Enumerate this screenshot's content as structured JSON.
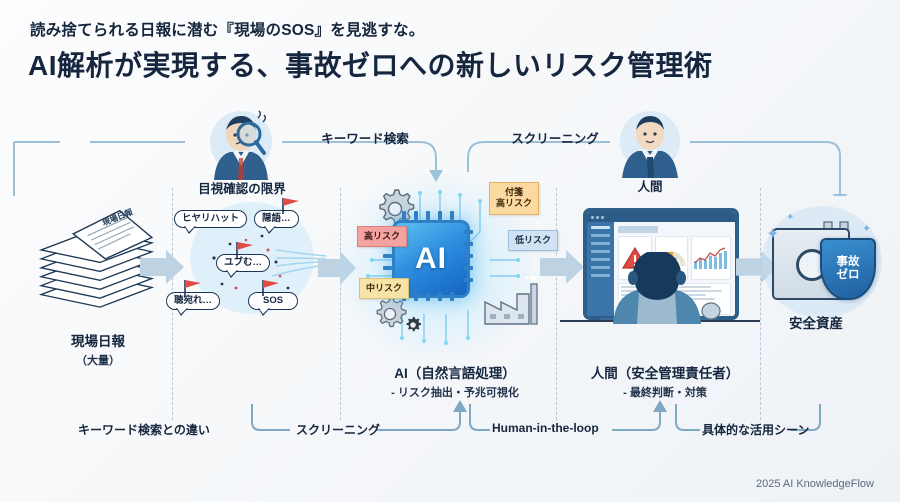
{
  "header": {
    "subtitle": "読み捨てられる日報に潜む『現場のSOS』を見逃すな。",
    "title": "AI解析が実現する、事故ゼロへの新しいリスク管理術"
  },
  "footer": {
    "credit": "2025 AI KnowledgeFlow"
  },
  "stages": {
    "documents": {
      "label": "現場日報",
      "sublabel": "（大量）",
      "doc_title": "現場日報"
    },
    "manual_check": {
      "label": "目視確認の限界",
      "bubbles": [
        {
          "text": "ヒヤリハット",
          "flag": false
        },
        {
          "text": "隠語…",
          "flag": true
        },
        {
          "text": "ユブむ…",
          "flag": true
        },
        {
          "text": "聴宛れ…",
          "flag": true
        },
        {
          "text": "SOS",
          "flag": true
        }
      ]
    },
    "ai": {
      "chip_label": "AI",
      "label": "AI（自然言語処理）",
      "sublabel": "- リスク抽出・予兆可視化",
      "stickies": [
        {
          "text": "高リスク",
          "color": "red",
          "color_hex": "#f5a3a0"
        },
        {
          "text": "中リスク",
          "color": "yellow",
          "color_hex": "#f7e3a8"
        },
        {
          "text": "付箋\n高リスク",
          "line1": "付箋",
          "line2": "高リスク",
          "color": "orange",
          "color_hex": "#fbd9a0"
        },
        {
          "text": "低リスク",
          "color": "blue",
          "color_hex": "#cfe3f4"
        }
      ]
    },
    "human": {
      "top_label": "人間",
      "label": "人間（安全管理責任者）",
      "sublabel": "- 最終判断・対策"
    },
    "asset": {
      "label": "安全資産",
      "shield_line1": "事故",
      "shield_line2": "ゼロ"
    }
  },
  "connectors": {
    "top_left": "キーワード検索",
    "top_right": "スクリーニング",
    "bottom_1": "キーワード検索との違い",
    "bottom_2": "スクリーニング",
    "bottom_3": "Human-in-the-loop",
    "bottom_4": "具体的な活用シーン"
  },
  "colors": {
    "brand_dark": "#16263f",
    "arrow_blue": "#9dc0da",
    "accent_blue": "#2e8fe0",
    "risk_red": "#e05a55"
  }
}
